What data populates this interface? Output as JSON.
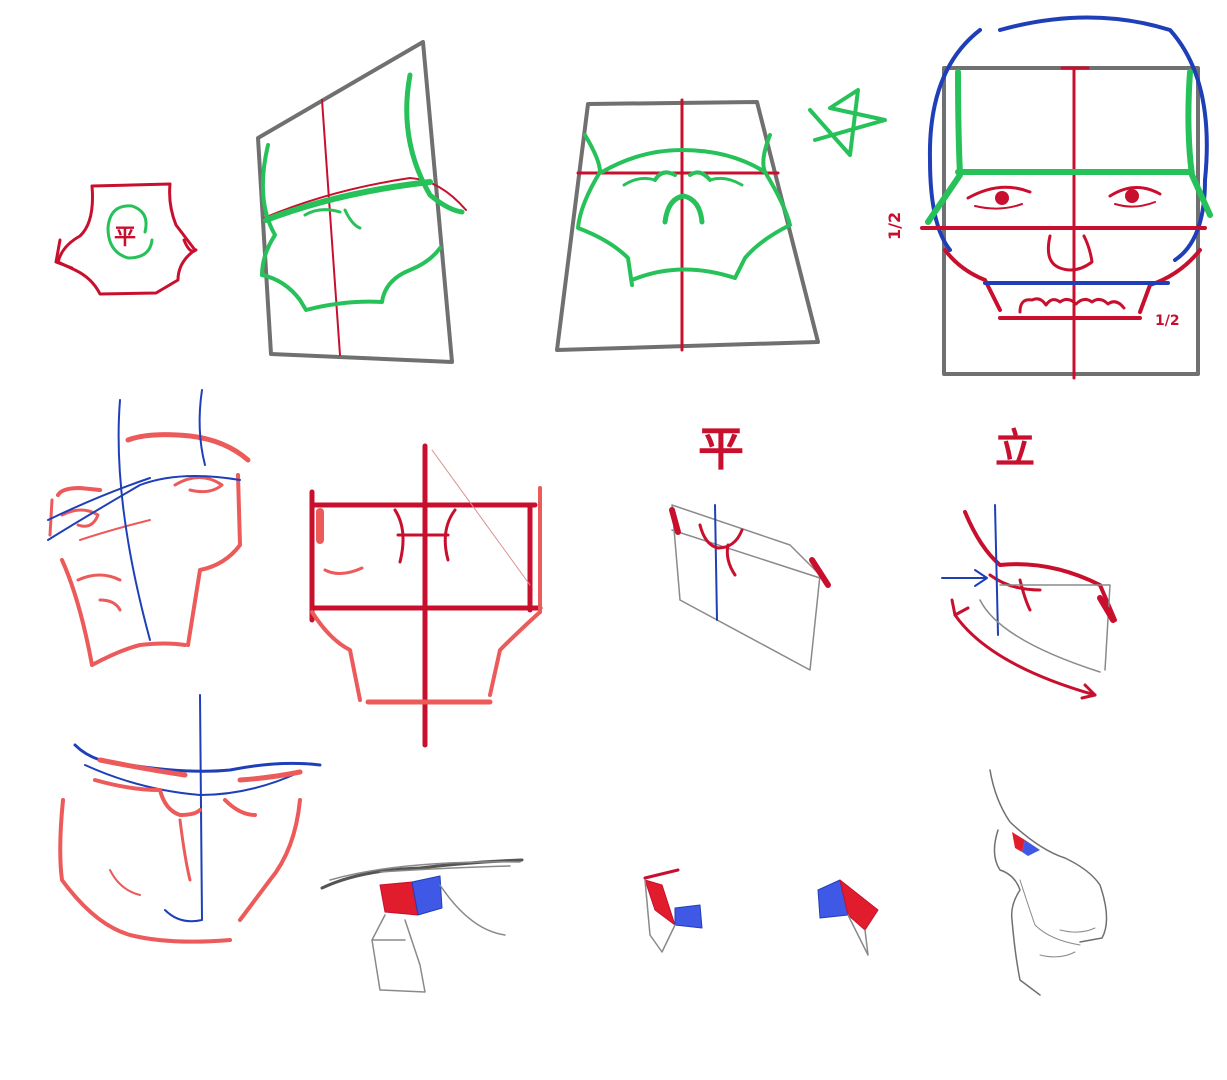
{
  "colors": {
    "red": "#c8102e",
    "pink": "#ec5a5a",
    "green": "#27c15a",
    "blue": "#1f3fb8",
    "gray": "#707070",
    "pencil": "#8a8a8a",
    "white": "#ffffff"
  },
  "labels": {
    "ping_small": "平",
    "ping_large": "平",
    "li_large": "立",
    "half_top": "1/2",
    "half_bottom": "1/2",
    "half_bottom_num": "1",
    "half_bottom_den": "2"
  }
}
